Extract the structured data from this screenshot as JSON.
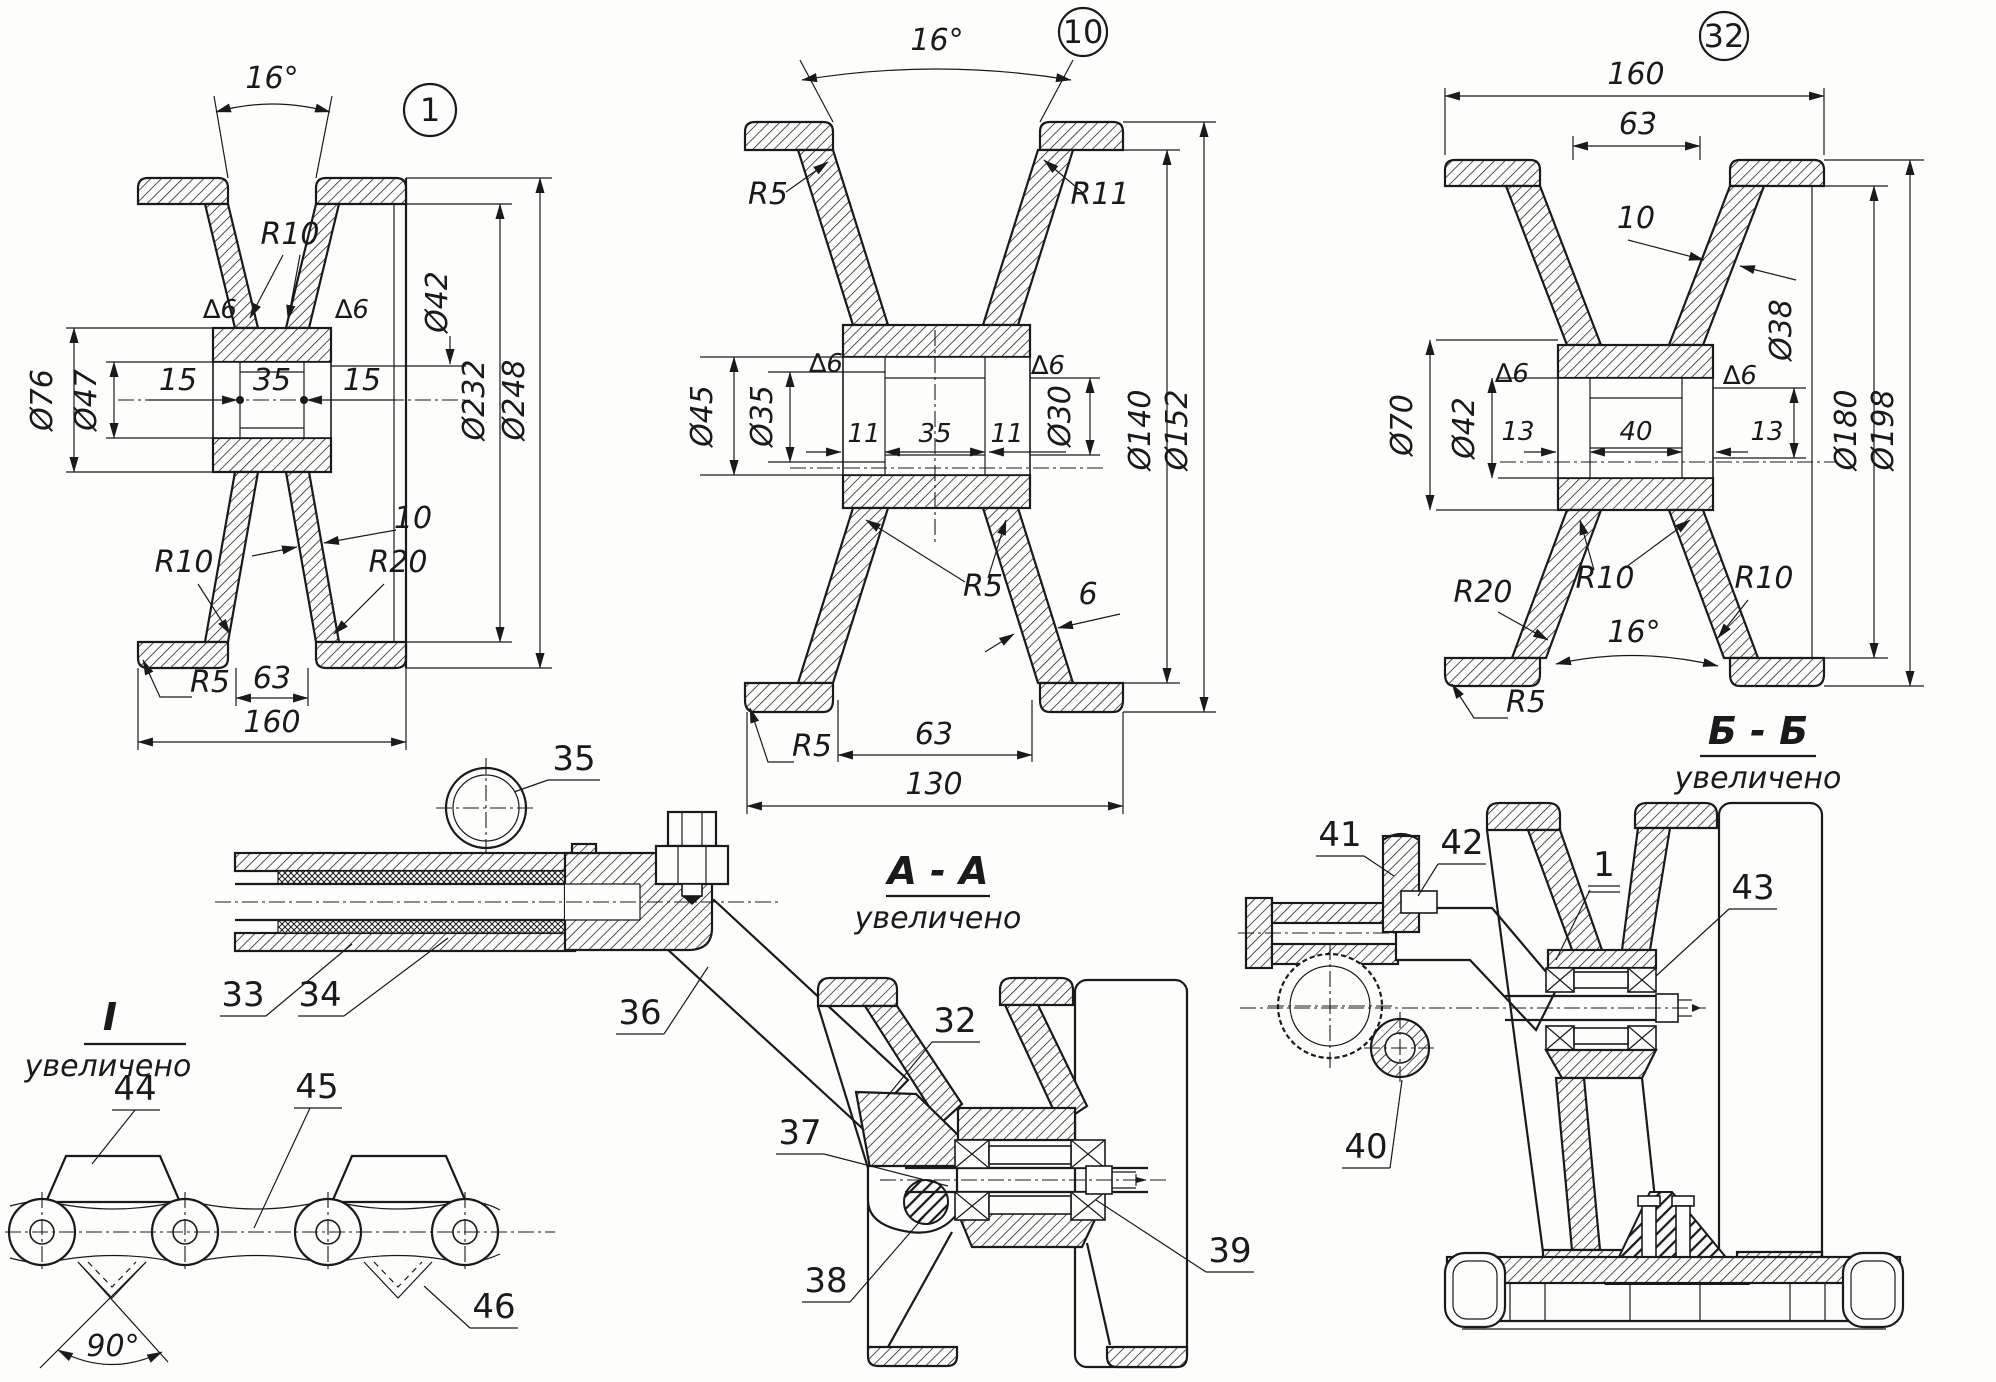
{
  "wheel1": {
    "badge": "1",
    "angle": "16°",
    "r10_groove": "R10",
    "d42": "Ø42",
    "d232": "Ø232",
    "d248": "Ø248",
    "d76": "Ø76",
    "d47": "Ø47",
    "len15_l": "15",
    "len35": "35",
    "len15_r": "15",
    "finish_l": "∆6",
    "finish_r": "∆6",
    "wall10": "10",
    "r10_lower": "R10",
    "r20": "R20",
    "r5": "R5",
    "len63": "63",
    "len160": "160"
  },
  "wheel10": {
    "badge": "10",
    "angle": "16°",
    "r5_flange": "R5",
    "r11": "R11",
    "d45": "Ø45",
    "d35": "Ø35",
    "d30": "Ø30",
    "d140": "Ø140",
    "d152": "Ø152",
    "len11_l": "11",
    "len35": "35",
    "len11_r": "11",
    "finish_l": "∆6",
    "finish_r": "∆6",
    "r5_hub": "R5",
    "wall6": "6",
    "r5_rim": "R5",
    "len63": "63",
    "len130": "130"
  },
  "wheel32": {
    "badge": "32",
    "len160": "160",
    "len63": "63",
    "wall10": "10",
    "d70": "Ø70",
    "d42": "Ø42",
    "d38": "Ø38",
    "d180": "Ø180",
    "d198": "Ø198",
    "len13_l": "13",
    "len40": "40",
    "len13_r": "13",
    "finish_l": "∆6",
    "finish_r": "∆6",
    "r20": "R20",
    "r10_hub": "R10",
    "r10_flange": "R10",
    "angle": "16°",
    "r5": "R5"
  },
  "axle": {
    "p35": "35",
    "p33": "33",
    "p34": "34",
    "p36": "36"
  },
  "detail_i": {
    "title": "I",
    "subtitle": "увеличено",
    "p44": "44",
    "p45": "45",
    "p46": "46",
    "angle90": "90°"
  },
  "section_aa": {
    "title": "А - А",
    "subtitle": "увеличено",
    "p32": "32",
    "p37": "37",
    "p38": "38",
    "p39": "39"
  },
  "section_bb": {
    "title": "Б - Б",
    "subtitle": "увеличено",
    "p41": "41",
    "p42": "42",
    "p1": "1",
    "p43": "43",
    "p40": "40"
  }
}
